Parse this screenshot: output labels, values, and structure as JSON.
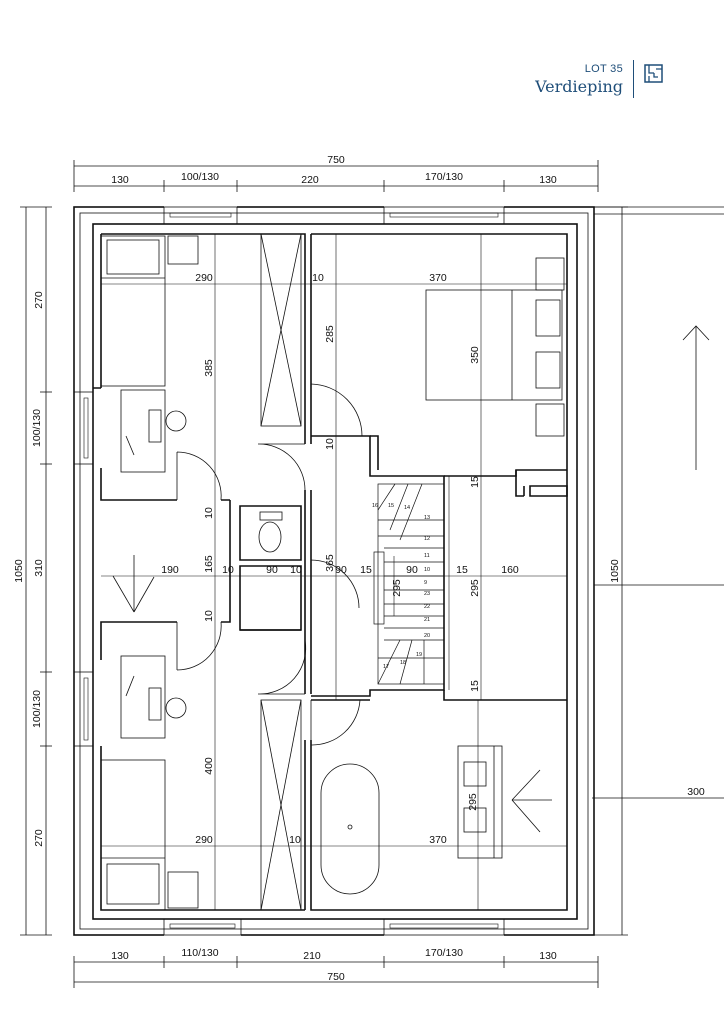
{
  "header": {
    "lot": "LOT 35",
    "level": "Verdieping"
  },
  "icons": {
    "plan": "floor-plan-icon"
  },
  "dims": {
    "top_total": "750",
    "top_segments": [
      "130",
      "100/130",
      "220",
      "170/130",
      "130"
    ],
    "bottom_total": "750",
    "bottom_segments": [
      "130",
      "110/130",
      "210",
      "170/130",
      "130"
    ],
    "left_total": "1050",
    "left_segments": [
      "270",
      "100/130",
      "310",
      "100/130",
      "270"
    ],
    "right_total": "1050",
    "right_terrace": "300",
    "inner": {
      "room_tl_w": "290",
      "wall_a": "10",
      "room_tr_w": "370",
      "room_tl_h": "385",
      "closet_h": "285",
      "bed_tr_h": "350",
      "corridor_w": "190",
      "wall_b": "10",
      "wc_w": "90",
      "wall_c": "10",
      "landing_h": "365",
      "stair_a": "90",
      "wall_d": "15",
      "stair_b": "90",
      "wall_e": "15",
      "landing_r": "160",
      "hall_h": "165",
      "wall_f": "10",
      "wall_g": "10",
      "stair_295": "295",
      "hall_r_h": "295",
      "wall_h": "15",
      "wall_i": "15",
      "room_bl_h": "400",
      "room_bl_w": "290",
      "wall_j": "10",
      "bath_w": "370",
      "bath_h": "295"
    },
    "steps": [
      "16",
      "15",
      "14",
      "13",
      "12",
      "11",
      "10",
      "9",
      "22",
      "21",
      "20",
      "19",
      "18",
      "17",
      "23"
    ]
  }
}
